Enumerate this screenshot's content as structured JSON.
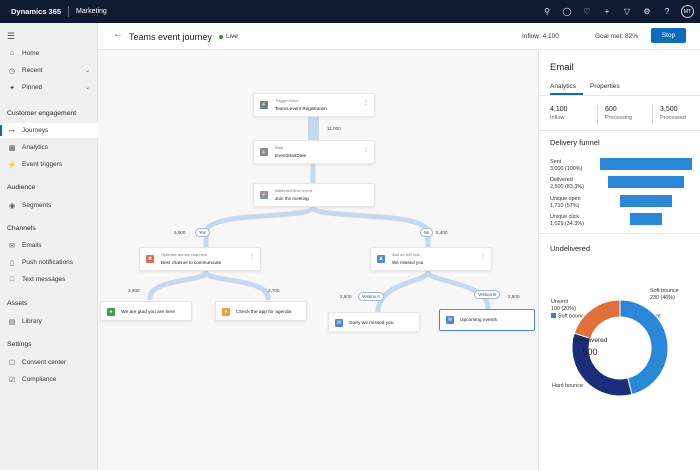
{
  "topbar": {
    "app_name": "Dynamics 365",
    "module": "Marketing",
    "avatar": "MT",
    "icons": [
      "search-icon",
      "lightbulb-icon",
      "bell-icon",
      "plus-icon",
      "filter-icon",
      "gear-icon",
      "help-icon"
    ]
  },
  "sidebar": {
    "items_top": [
      {
        "label": "Home",
        "icon": "home-icon"
      },
      {
        "label": "Recent",
        "icon": "clock-icon"
      },
      {
        "label": "Pinned",
        "icon": "pin-icon"
      }
    ],
    "sections": [
      {
        "heading": "Customer engagement",
        "items": [
          "Journeys",
          "Analytics",
          "Event triggers"
        ]
      },
      {
        "heading": "Audience",
        "items": [
          "Segments"
        ]
      },
      {
        "heading": "Channels",
        "items": [
          "Emails",
          "Push notifications",
          "Text messages"
        ]
      },
      {
        "heading": "Assets",
        "items": [
          "Library"
        ]
      },
      {
        "heading": "Settings",
        "items": [
          "Consent center",
          "Compliance"
        ]
      }
    ]
  },
  "header": {
    "title": "Teams event journey",
    "status": "Live",
    "inflow": "Inflow: 4,100",
    "goal": "Goal met: 82%",
    "stop": "Stop"
  },
  "journey": {
    "trigger": {
      "type": "Trigger event",
      "name": "Teams event Registration"
    },
    "wait": {
      "type": "Wait",
      "name": "EventStartDate"
    },
    "branch": {
      "type": "Attribute/Other event",
      "name": "Join the meeting"
    },
    "optimize": {
      "type": "Optimize across channels",
      "name": "Best channel to communicate"
    },
    "ab_test": {
      "type": "Add an A/B test",
      "name": "We missed you"
    },
    "ends": [
      "We are glad you are here",
      "Check the app for agenda",
      "Sorry we missed you",
      "Upcoming events"
    ],
    "counts": {
      "after_trigger": "11,000",
      "yes_branch": "5,600",
      "no_branch": "5,400",
      "opt_left": "2,900",
      "opt_right": "2,700",
      "ab_left": "2,600",
      "ab_right": "2,800"
    },
    "labels": {
      "yes": "Yes",
      "no": "No",
      "version_a": "Version A",
      "version_b": "Version B"
    }
  },
  "panel": {
    "title": "Email",
    "tabs": [
      "Analytics",
      "Properties"
    ],
    "stats": [
      {
        "value": "4,100",
        "label": "Inflow"
      },
      {
        "value": "600",
        "label": "Processing"
      },
      {
        "value": "3,500",
        "label": "Processed"
      }
    ],
    "funnel_title": "Delivery funnel",
    "funnel": [
      {
        "label": "Sent",
        "value": "3,000 (100%)",
        "pct": 100
      },
      {
        "label": "Delivered",
        "value": "2,500 (83.3%)",
        "pct": 83.3
      },
      {
        "label": "Unique open",
        "value": "1,710 (57%)",
        "pct": 57
      },
      {
        "label": "Unique click",
        "value": "1,029 (34.3%)",
        "pct": 34.3
      }
    ],
    "undelivered_title": "Undelivered",
    "legend": [
      {
        "label": "Soft bounce",
        "color": "#2b88d8"
      },
      {
        "label": "Hard bounce",
        "color": "#1b2e7a"
      },
      {
        "label": "Unsent",
        "color": "#e2703a"
      }
    ],
    "donut": {
      "center_label": "Undelivered",
      "center_value": "500",
      "segments": [
        {
          "name": "Soft bounce",
          "value": 230,
          "text": "230 (46%)",
          "color": "#2b88d8"
        },
        {
          "name": "Hard bounce",
          "value": 170,
          "text": "",
          "color": "#1b2e7a"
        },
        {
          "name": "Unsent",
          "value": 100,
          "text": "100 (20%)",
          "color": "#e2703a"
        }
      ]
    }
  }
}
